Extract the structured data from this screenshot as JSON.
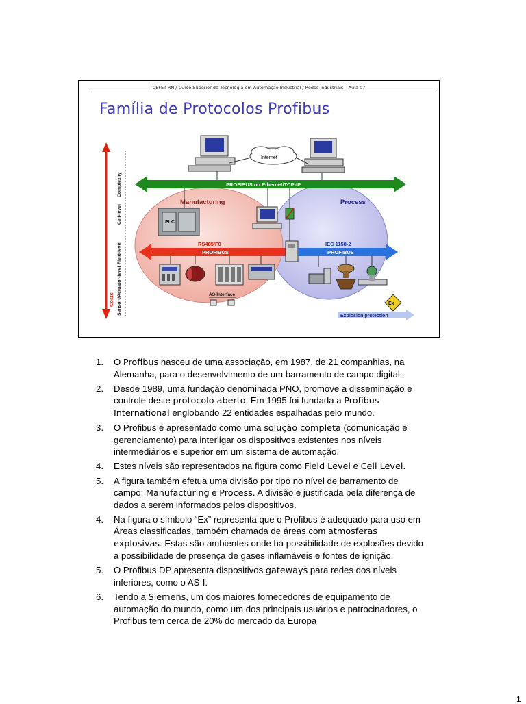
{
  "header": {
    "course": "CEFET-RN / Curso Superior de Tecnologia em Automação Industrial / Redes Industriais – Aula 07"
  },
  "title": "Família de Protocolos Profibus",
  "diagram": {
    "internet": "Internet",
    "ethernet_bus": "PROFIBUS on Ethernet/TCP-IP",
    "manufacturing": "Manufacturing",
    "process": "Process",
    "plc": "PLC",
    "rs485": "RS485/F0",
    "rs485_bus": "PROFIBUS",
    "iec": "IEC 1158-2",
    "iec_bus": "PROFIBUS",
    "asi": "AS-Interface",
    "ex": "Ex",
    "explosion": "Explosion protection",
    "levels": [
      "Complexity",
      "Cell-level",
      "Field-level",
      "Sensor-/Actuator-level"
    ],
    "costs": "Costs"
  },
  "items": [
    {
      "num": "1.",
      "parts": [
        {
          "t": "O "
        },
        {
          "t": "Profibus",
          "em": true
        },
        {
          "t": " nasceu de uma associação, em 1987, de 21 companhias, na Alemanha, para o desenvolvimento de um barramento de campo digital."
        }
      ]
    },
    {
      "num": "2.",
      "parts": [
        {
          "t": "Desde 1989, uma fundação denominada PNO, promove a disseminação e controle deste "
        },
        {
          "t": "protocolo aberto",
          "em": true
        },
        {
          "t": ". Em 1995 foi fundada a "
        },
        {
          "t": "Profibus International",
          "em": true
        },
        {
          "t": " englobando 22 entidades espalhadas pelo mundo."
        }
      ]
    },
    {
      "num": "3.",
      "parts": [
        {
          "t": "O Profibus é apresentado como uma "
        },
        {
          "t": "solução completa",
          "em": true
        },
        {
          "t": " (comunicação e gerenciamento) para interligar os dispositivos existentes nos níveis intermediários e superior em um sistema de automação."
        }
      ]
    },
    {
      "num": "4.",
      "parts": [
        {
          "t": "Estes  níveis são representados na figura como "
        },
        {
          "t": "Field Level",
          "em": true
        },
        {
          "t": " e "
        },
        {
          "t": "Cell Level",
          "em": true
        },
        {
          "t": "."
        }
      ]
    },
    {
      "num": "5.",
      "parts": [
        {
          "t": "A figura também efetua uma divisão por tipo no nível de barramento de campo: "
        },
        {
          "t": "Manufacturing",
          "em": true
        },
        {
          "t": " e "
        },
        {
          "t": "Process",
          "em": true
        },
        {
          "t": ". A divisão é justificada pela diferença de dados a serem informados pelos dispositivos."
        }
      ]
    },
    {
      "num": "4.",
      "parts": [
        {
          "t": "Na figura o símbolo “Ex” representa que o Profibus é adequado para uso em Áreas classificadas, também chamada de áreas com "
        },
        {
          "t": "atmosferas explosivas",
          "em": true
        },
        {
          "t": ". Estas são ambientes onde há possibilidade de explosões devido a possibilidade de presença de gases inflamáveis e fontes de ignição."
        }
      ]
    },
    {
      "num": "5.",
      "parts": [
        {
          "t": "O Profibus DP apresenta dispositivos "
        },
        {
          "t": "gateways",
          "em": true
        },
        {
          "t": " para redes dos níveis inferiores, como o AS-I."
        }
      ]
    },
    {
      "num": "6.",
      "parts": [
        {
          "t": "Tendo a "
        },
        {
          "t": "Siemens",
          "em": true
        },
        {
          "t": ", um dos maiores fornecedores de equipamento de automação do mundo, como um dos principais usuários e patrocinadores, o Profibus tem cerca de 20% do mercado da Europa"
        }
      ]
    }
  ],
  "page_number": "1",
  "colors": {
    "title": "#3b3bb3",
    "manufacturing": "#f2b4ab",
    "process": "#c8c8f0",
    "ethernet_bus": "#1e8a1e",
    "rs485_bus": "#e8321e",
    "iec_bus": "#2a72e0",
    "costs": "#e02010"
  }
}
